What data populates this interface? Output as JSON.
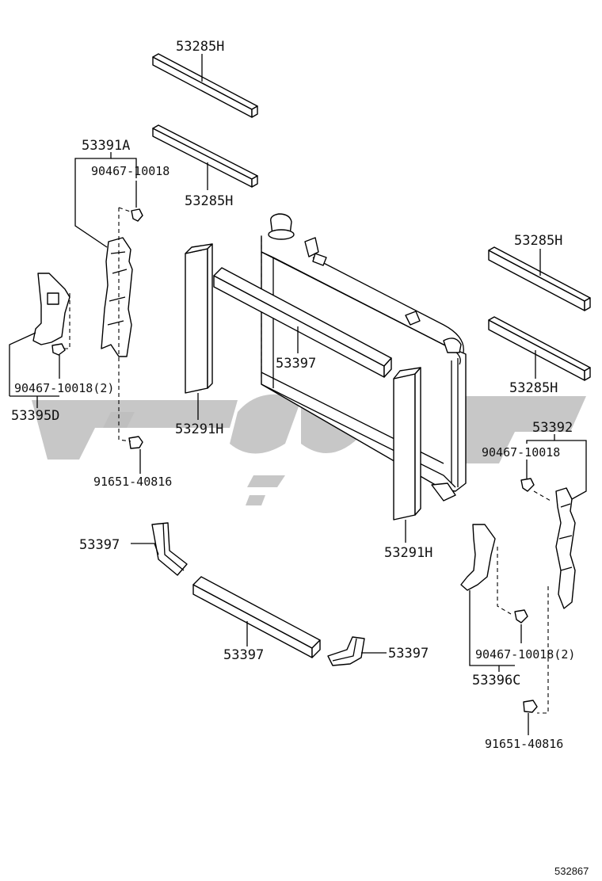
{
  "labels": {
    "seal_top_1": "53285H",
    "seal_top_2": "53285H",
    "support_left": "53391A",
    "clip_upper_left": "90467-10018",
    "clip_lower_left": "90467-10018(2)",
    "guide_left": "53395D",
    "bolt_left": "91651-40816",
    "seal_vert_left": "53291H",
    "seal_horiz_center": "53397",
    "seal_right_1": "53285H",
    "seal_right_2": "53285H",
    "support_right": "53392",
    "clip_upper_right": "90467-10018",
    "seal_vert_right": "53291H",
    "seal_lower_left_bracket": "53397",
    "seal_lower_center": "53397",
    "seal_lower_right_bracket": "53397",
    "clip_lower_right": "90467-10018(2)",
    "guide_right": "53396C",
    "bolt_right": "91651-40816"
  },
  "figure_number": "532867",
  "colors": {
    "ink": "#000000",
    "watermark": "#bdbdbd"
  }
}
